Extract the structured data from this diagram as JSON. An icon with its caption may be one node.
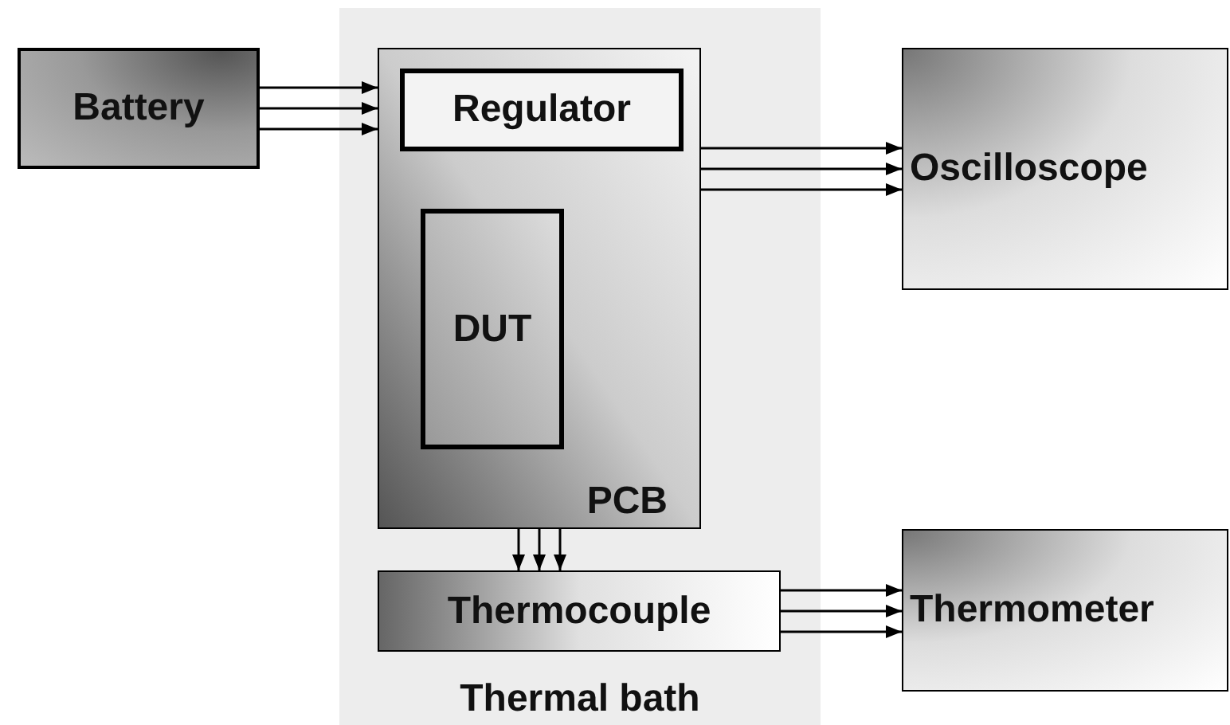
{
  "diagram": {
    "nodes": [
      {
        "text": [
          "Battery"
        ]
      },
      {
        "text": [
          "Thermal bath"
        ]
      },
      {
        "text": [
          "PCB"
        ],
        "in": 1
      },
      {
        "text": [
          "Regulator"
        ],
        "in": 2
      },
      {
        "text": [
          "DUT"
        ],
        "in": 2
      },
      {
        "text": [
          "Oscilloscope"
        ]
      },
      {
        "text": [
          "Thermocouple"
        ],
        "in": 1
      },
      {
        "text": [
          "Thermometer"
        ]
      }
    ],
    "edges": [
      {
        "from": 0,
        "to": 2,
        "arrow": "to"
      },
      {
        "from": 0,
        "to": 2,
        "arrow": "to"
      },
      {
        "from": 0,
        "to": 2,
        "arrow": "to"
      },
      {
        "from": 2,
        "to": 5,
        "arrow": "to"
      },
      {
        "from": 2,
        "to": 5,
        "arrow": "to"
      },
      {
        "from": 2,
        "to": 5,
        "arrow": "to"
      },
      {
        "from": 2,
        "to": 6,
        "arrow": "to"
      },
      {
        "from": 2,
        "to": 6,
        "arrow": "to"
      },
      {
        "from": 2,
        "to": 6,
        "arrow": "to"
      },
      {
        "from": 6,
        "to": 7,
        "arrow": "to"
      },
      {
        "from": 6,
        "to": 7,
        "arrow": "to"
      },
      {
        "from": 6,
        "to": 7,
        "arrow": "to"
      }
    ]
  }
}
